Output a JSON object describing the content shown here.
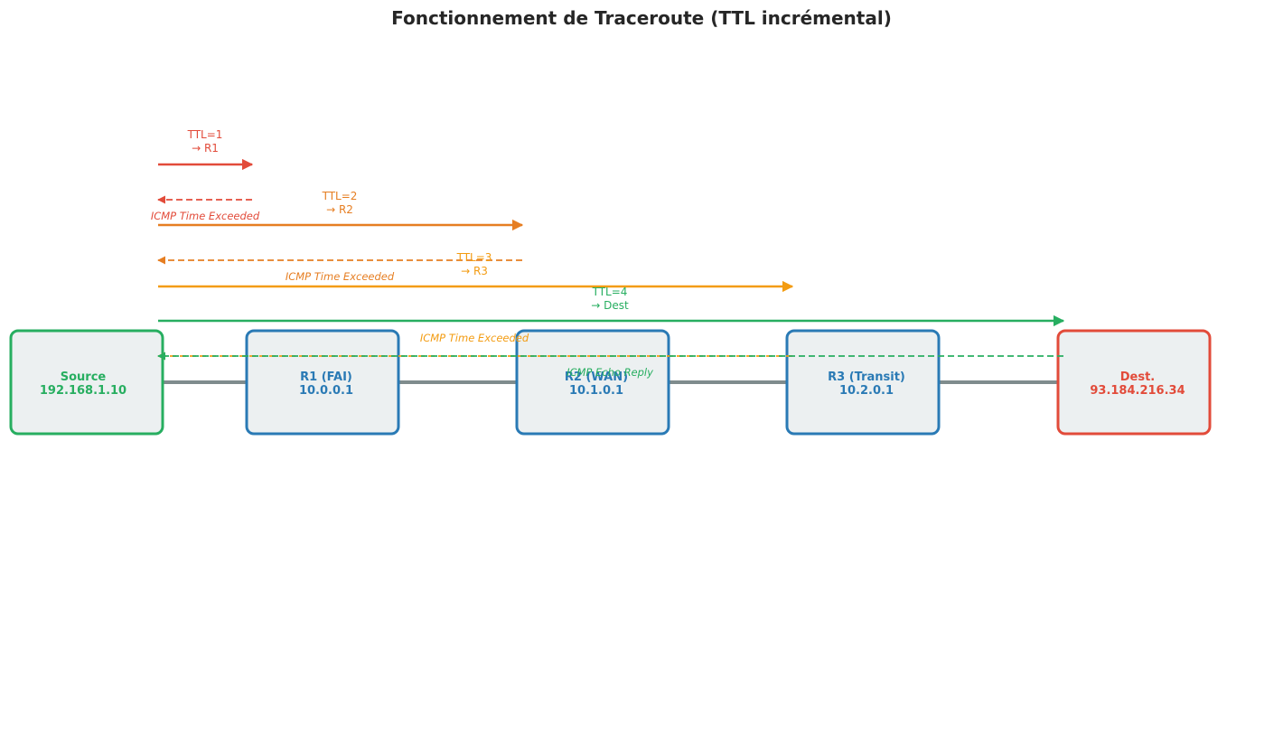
{
  "title": "Fonctionnement de Traceroute (TTL incrémental)",
  "colors": {
    "source": "#27ae60",
    "router": "#2a7ab5",
    "dest": "#e24b3a",
    "link": "#7f8c8d",
    "node_fill": "#ecf0f1",
    "hop1": "#e24b3a",
    "hop2": "#e67e22",
    "hop3": "#f39c12",
    "hop4": "#27ae60"
  },
  "nodes": [
    {
      "name": "Source",
      "ip": "192.168.1.10",
      "role": "source"
    },
    {
      "name": "R1 (FAI)",
      "ip": "10.0.0.1",
      "role": "router"
    },
    {
      "name": "R2 (WAN)",
      "ip": "10.1.0.1",
      "role": "router"
    },
    {
      "name": "R3 (Transit)",
      "ip": "10.2.0.1",
      "role": "router"
    },
    {
      "name": "Dest.",
      "ip": "93.184.216.34",
      "role": "dest"
    }
  ],
  "hops": [
    {
      "ttl": "TTL=1",
      "target": "→ R1",
      "reply": "ICMP Time Exceeded",
      "color_key": "hop1"
    },
    {
      "ttl": "TTL=2",
      "target": "→ R2",
      "reply": "ICMP Time Exceeded",
      "color_key": "hop2"
    },
    {
      "ttl": "TTL=3",
      "target": "→ R3",
      "reply": "ICMP Time Exceeded",
      "color_key": "hop3"
    },
    {
      "ttl": "TTL=4",
      "target": "→ Dest",
      "reply": "ICMP Echo Reply",
      "color_key": "hop4"
    }
  ]
}
